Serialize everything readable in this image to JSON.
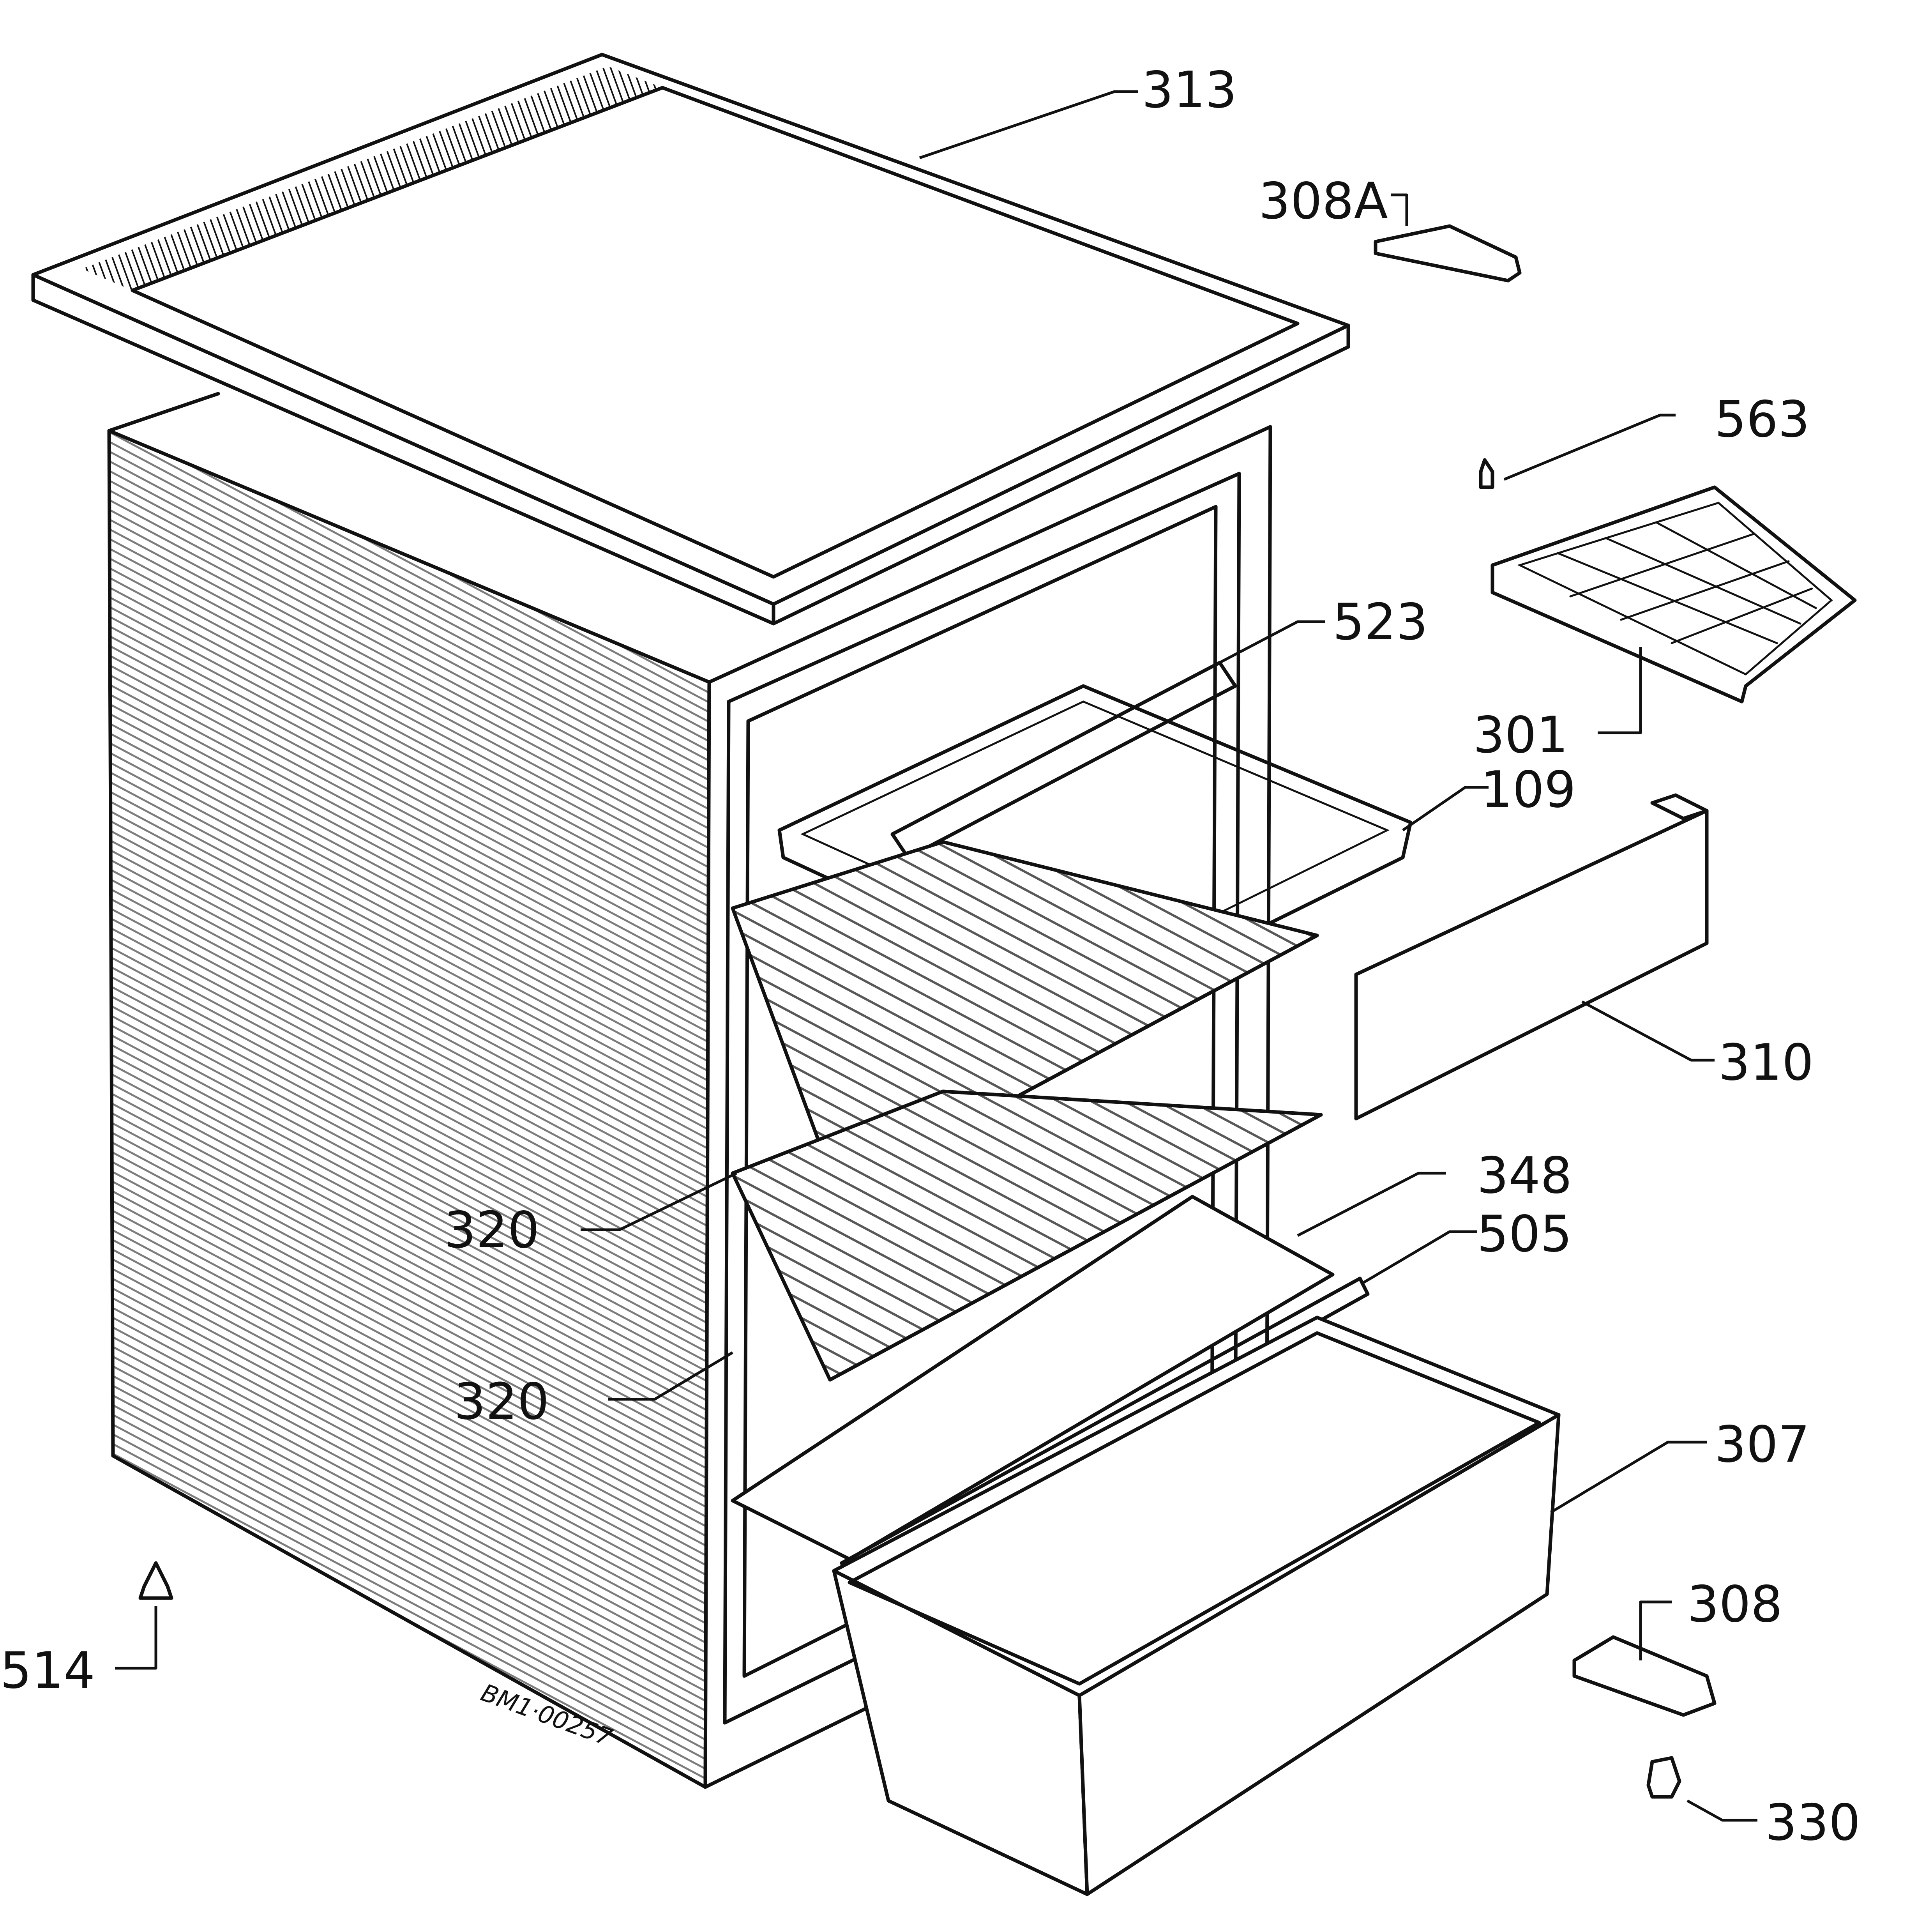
{
  "diagram": {
    "drawing_code": "BM1·00257",
    "parts": [
      {
        "id": "p313",
        "label": "313"
      },
      {
        "id": "p308a",
        "label": "308A"
      },
      {
        "id": "p563",
        "label": "563"
      },
      {
        "id": "p523",
        "label": "523"
      },
      {
        "id": "p301",
        "label": "301"
      },
      {
        "id": "p109",
        "label": "109"
      },
      {
        "id": "p310",
        "label": "310"
      },
      {
        "id": "p348",
        "label": "348"
      },
      {
        "id": "p505",
        "label": "505"
      },
      {
        "id": "p320a",
        "label": "320"
      },
      {
        "id": "p320b",
        "label": "320"
      },
      {
        "id": "p307",
        "label": "307"
      },
      {
        "id": "p308",
        "label": "308"
      },
      {
        "id": "p514",
        "label": "514"
      },
      {
        "id": "p330",
        "label": "330"
      }
    ]
  }
}
